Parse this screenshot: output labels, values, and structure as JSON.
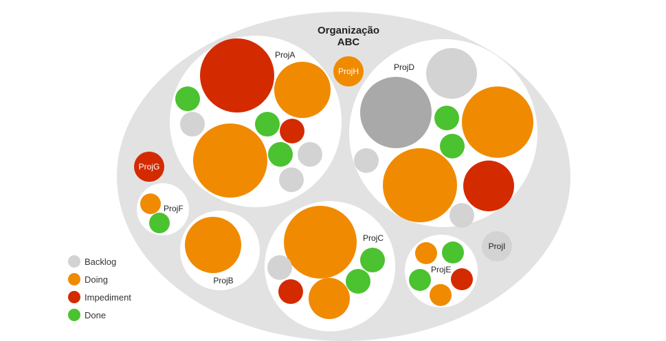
{
  "organization": {
    "title_line1": "Organização",
    "title_line2": "ABC"
  },
  "colors": {
    "org_background": "#e2e2e2",
    "project_background": "#ffffff",
    "backlog": "#d3d3d3",
    "backlog_dark": "#a9a9a9",
    "doing": "#f08a00",
    "impediment": "#d42a00",
    "done": "#4bc22f"
  },
  "projects": {
    "A": "ProjA",
    "B": "ProjB",
    "C": "ProjC",
    "D": "ProjD",
    "E": "ProjE",
    "F": "ProjF",
    "G": "ProjG",
    "H": "ProjH",
    "I": "ProjI"
  },
  "legend": [
    {
      "label": "Backlog",
      "status": "backlog"
    },
    {
      "label": "Doing",
      "status": "doing"
    },
    {
      "label": "Impediment",
      "status": "impediment"
    },
    {
      "label": "Done",
      "status": "done"
    }
  ]
}
